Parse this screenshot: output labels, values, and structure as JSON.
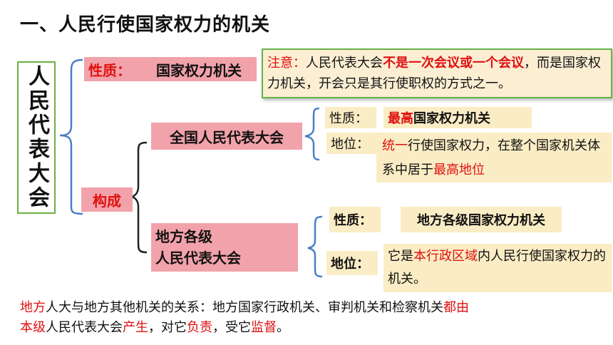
{
  "title": "一、人民行使国家权力的机关",
  "root": "人民代表大会",
  "nature": {
    "label": "性质：",
    "value": "国家权力机关"
  },
  "note": {
    "prefix": "注意：",
    "text1": "人民代表大会",
    "emph": "不是一次会议或一个会议",
    "text2": "，而是国家权力机关，开会只是其行使职权的方式之一。"
  },
  "composition": {
    "label": "构成"
  },
  "national": {
    "name": "全国人民代表大会",
    "nature_label": "性质：",
    "nature_value_red": "最高",
    "nature_value_rest": "国家权力机关",
    "status_label": "地位：",
    "status_red1": "统一",
    "status_text1": "行使国家权力，在整个国家机关体系中居于",
    "status_red2": "最高地位"
  },
  "local": {
    "name_line1": "地方各级",
    "name_line2": "人民代表大会",
    "nature_label": "性质：",
    "nature_value": "地方各级国家权力机关",
    "status_label": "地位：",
    "status_text1": "它是",
    "status_red": "本行政区域",
    "status_text2": "内人民行使国家权力的机关。"
  },
  "footer": {
    "r1": "地方",
    "t1": "人大与地方其他机关的关系：地方国家行政机关、审判机关和检察机关",
    "r2": "都由",
    "r3": "本级",
    "t2": "人民代表大会",
    "r4": "产生",
    "t3": "，对它",
    "r5": "负责",
    "t4": "，受它",
    "r6": "监督",
    "t5": "。"
  },
  "colors": {
    "accent_red": "#e01010",
    "pink": "#f2a2aa",
    "beige": "#faecc4",
    "green_border": "#64b147",
    "bracket_blue": "#4a7fc6"
  }
}
